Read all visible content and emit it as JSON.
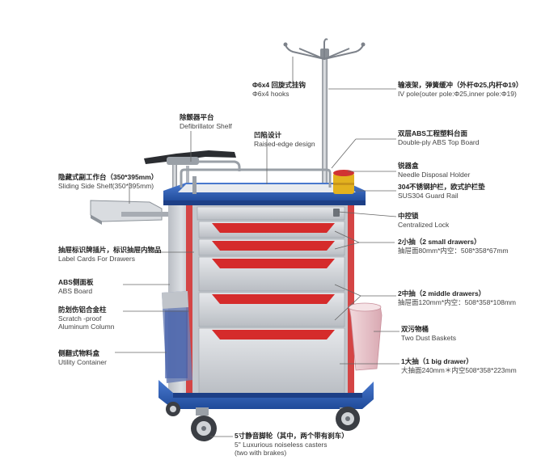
{
  "labels": {
    "iv_hooks": {
      "cn": "Φ6x4 回旋式挂钩",
      "en": "Φ6x4 hooks"
    },
    "iv_pole": {
      "cn": "输液架，弹簧缓冲（外杆Φ25,内杆Φ19）",
      "en": "IV pole(outer pole:Φ25,inner pole:Φ19)"
    },
    "defibrillator": {
      "cn": "除颤器平台",
      "en": "Defibrillator Shelf"
    },
    "raised_edge": {
      "cn": "凹陷设计",
      "en": "Raised-edge design"
    },
    "top_board": {
      "cn": "双层ABS工程塑料台面",
      "en": "Double-ply ABS Top Board"
    },
    "needle_holder": {
      "cn": "锐器盒",
      "en": "Needle Disposal Holder"
    },
    "side_shelf": {
      "cn": "隐藏式副工作台（350*395mm）",
      "en": "Sliding Side Shelf(350*395mm)"
    },
    "guard_rail": {
      "cn": "304不锈钢护栏，欧式护栏垫",
      "en": "SUS304  Guard Rail"
    },
    "central_lock": {
      "cn": "中控锁",
      "en": "Centralized Lock"
    },
    "label_cards": {
      "cn": "抽屉标识牌插片，标识抽屉内物品",
      "en": "Label Cards For Drawers"
    },
    "small_drawers": {
      "cn": "2小抽（2 small drawers）",
      "spec": "抽屉面80mm*内空：508*358*67mm"
    },
    "abs_board": {
      "cn": "ABS侧面板",
      "en": "ABS Board"
    },
    "middle_drawers": {
      "cn": "2中抽（2 middle drawers）",
      "spec": "抽屉面120mm*内空：508*358*108mm"
    },
    "aluminum_column": {
      "cn": "防划伤铝合金柱",
      "en": "Scratch -proof",
      "en2": "Aluminum Column"
    },
    "dust_baskets": {
      "cn": "双污物桶",
      "en": "Two Dust Baskets"
    },
    "utility_container": {
      "cn": "侧翻式物料盒",
      "en": "Utility Container"
    },
    "big_drawer": {
      "cn": "1大抽（1 big drawer）",
      "spec": "大抽面240mm＊内空508*358*223mm"
    },
    "casters": {
      "cn": "5寸静音脚轮（其中，两个带有刹车）",
      "en": "5\" Luxurious noiseless casters",
      "en2": "(two with brakes)"
    }
  },
  "colors": {
    "frame_blue": "#2f5fb5",
    "drawer_red": "#d52b2b",
    "panel_gray": "#c9ccd1",
    "basket_pink": "#e9c9cf"
  }
}
